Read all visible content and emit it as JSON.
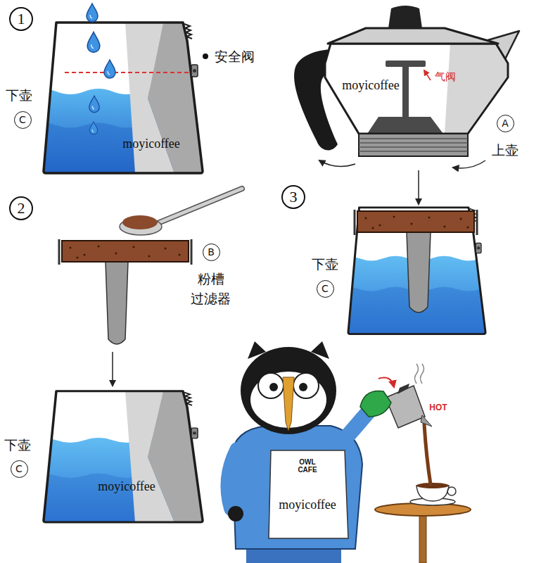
{
  "diagram": {
    "labels": [
      "1",
      "安全阀",
      "下壶",
      "C",
      "moyicoffee",
      "气阀",
      "moyicoffee",
      "A",
      "上壶",
      "2",
      "B",
      "粉槽 过滤器",
      "3",
      "下壶",
      "C",
      "下壶",
      "C",
      "moyicoffee",
      "HOT",
      "OWL CAFE",
      "moyicoffee"
    ]
  }
}
